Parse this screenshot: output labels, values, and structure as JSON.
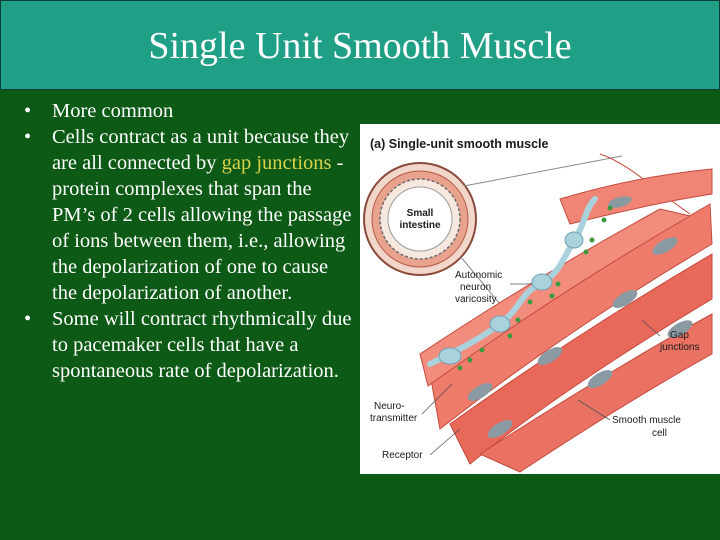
{
  "slide": {
    "title": "Single Unit Smooth Muscle",
    "bullets": [
      {
        "marker": "•",
        "text": "More common"
      },
      {
        "marker": "•",
        "text_before": "Cells contract as a unit because they are all connected by ",
        "highlight": "gap junctions",
        "text_after": " - protein complexes that span the PM’s of 2 cells allowing the passage of ions between them, i.e., allowing the depolarization of one to cause the depolarization of another."
      },
      {
        "marker": "•",
        "text": "Some will contract rhythmically due to pacemaker cells that have a spontaneous rate of depolarization."
      }
    ]
  },
  "figure": {
    "caption": "(a) Single-unit smooth muscle",
    "labels": {
      "small_intestine_1": "Small",
      "small_intestine_2": "intestine",
      "autonomic_1": "Autonomic",
      "autonomic_2": "neuron",
      "autonomic_3": "varicosity",
      "gap_1": "Gap",
      "gap_2": "junctions",
      "neuro_1": "Neuro-",
      "neuro_2": "transmitter",
      "smooth_1": "Smooth muscle",
      "smooth_2": "cell",
      "receptor": "Receptor"
    }
  },
  "colors": {
    "background": "#0d5a17",
    "title_bar": "#1f9f86",
    "highlight": "#d8d24a",
    "muscle": "#e8685a",
    "nucleus": "#8a9aa3",
    "neuron": "#a9d2dd",
    "vesicle": "#3f9a3f"
  }
}
